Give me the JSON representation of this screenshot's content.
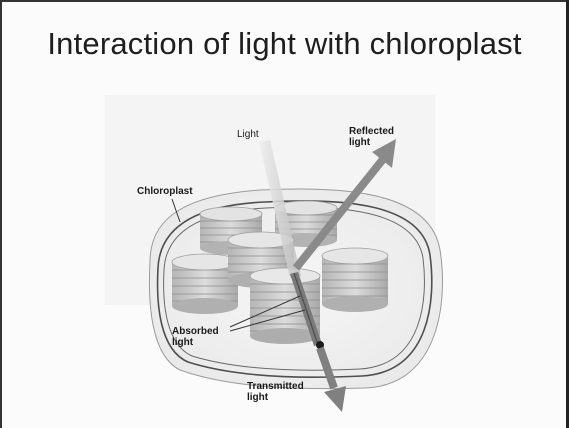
{
  "slide": {
    "title": "Interaction of light with chloroplast"
  },
  "diagram": {
    "labels": {
      "light": "Light",
      "reflected_line1": "Reflected",
      "reflected_line2": "light",
      "chloroplast": "Chloroplast",
      "absorbed_line1": "Absorbed",
      "absorbed_line2": "light",
      "transmitted_line1": "Transmitted",
      "transmitted_line2": "light"
    },
    "colors": {
      "reflected_arrow": "#8a8a8a",
      "transmitted_arrow": "#808080",
      "membrane": "#555555",
      "granum": "#c9c9c9"
    }
  }
}
